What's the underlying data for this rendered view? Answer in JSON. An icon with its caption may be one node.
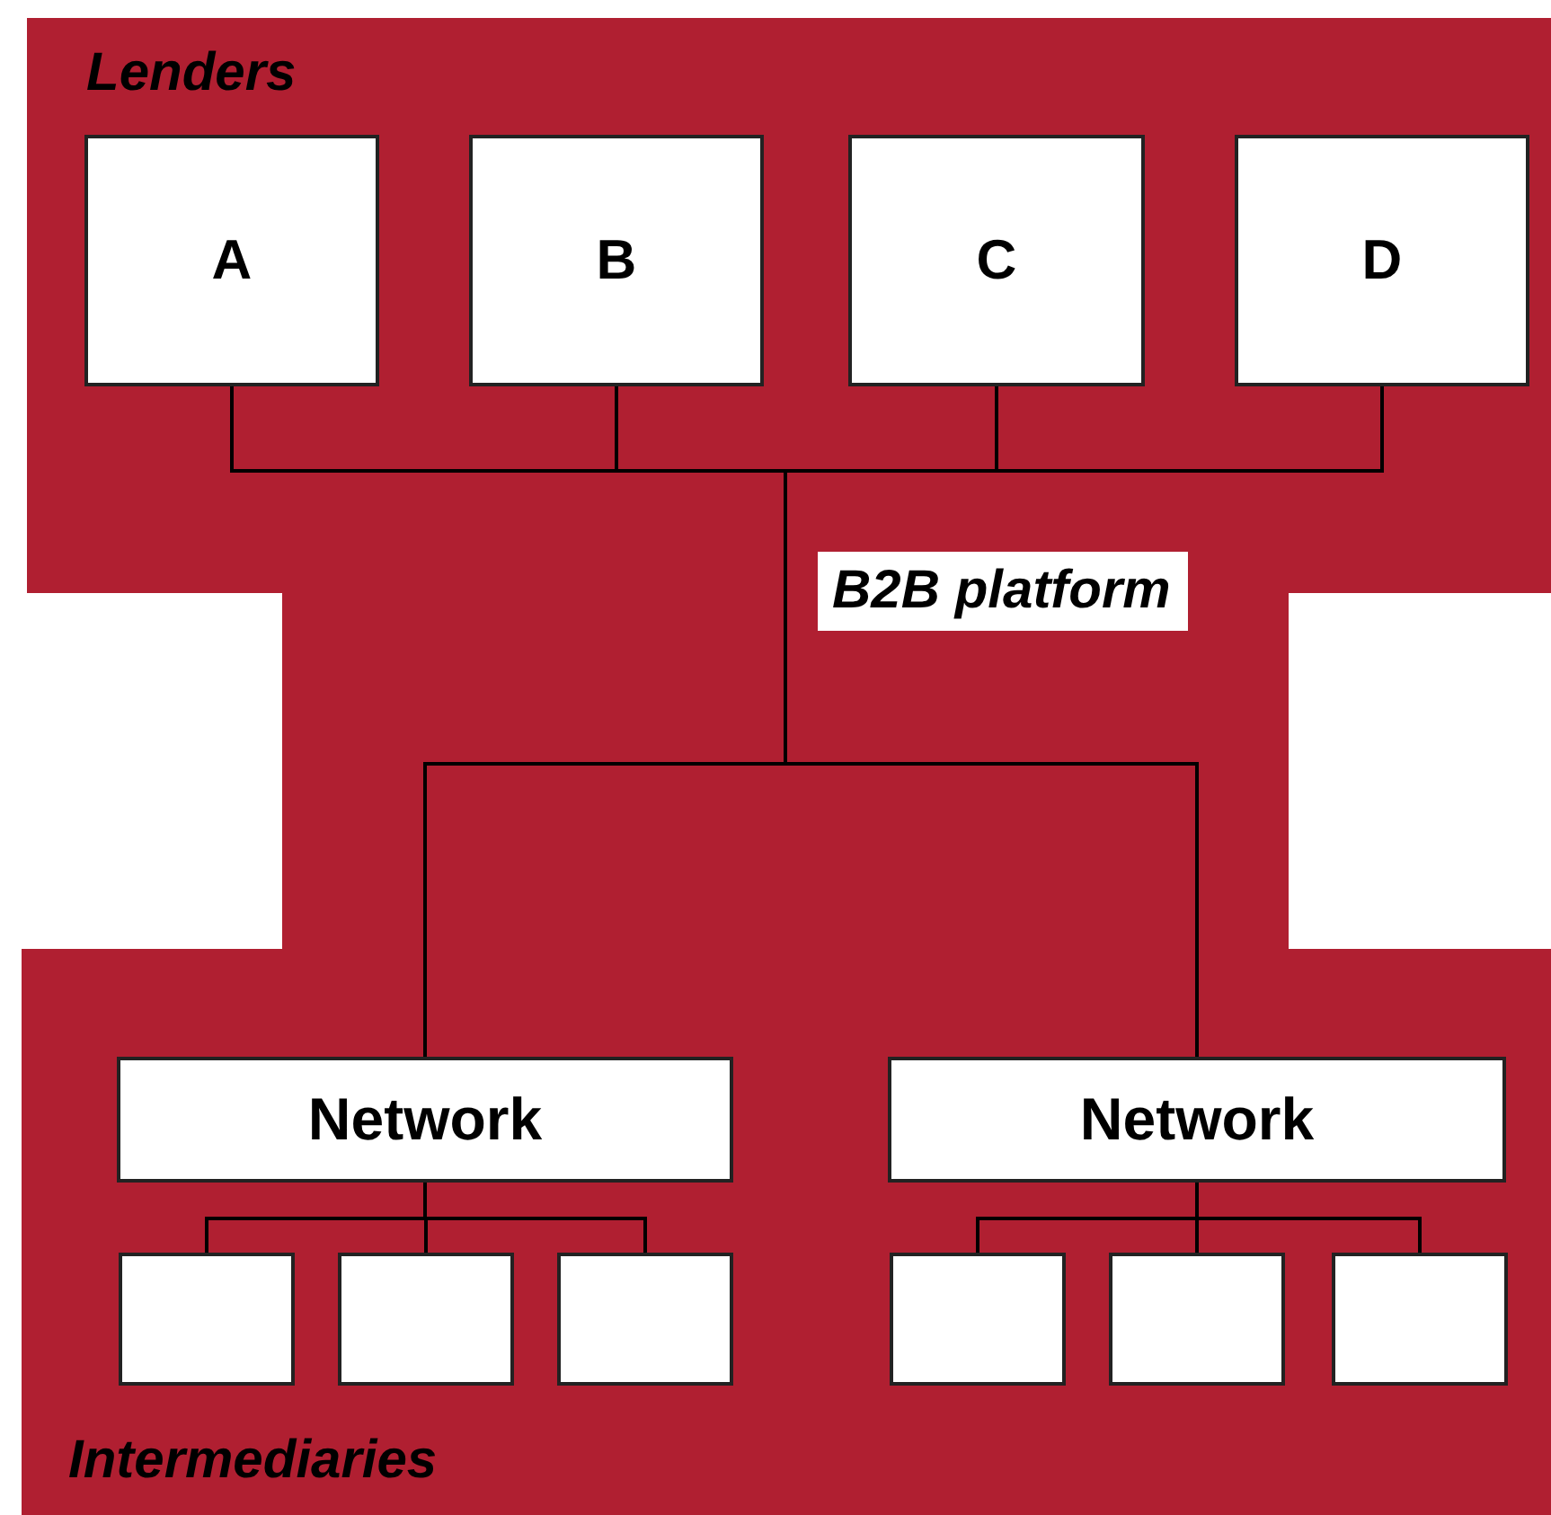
{
  "diagram": {
    "nodes": [
      {
        "text": [
          "A"
        ]
      },
      {
        "text": [
          "B"
        ]
      },
      {
        "text": [
          "C"
        ]
      },
      {
        "text": [
          "D"
        ]
      },
      {
        "text": [
          "Network"
        ]
      },
      {
        "text": [
          "Network"
        ]
      },
      {
        "text": [],
        "shape": "box"
      },
      {
        "text": [],
        "shape": "box"
      },
      {
        "text": [],
        "shape": "box"
      },
      {
        "text": [],
        "shape": "box"
      },
      {
        "text": [],
        "shape": "box"
      },
      {
        "text": [],
        "shape": "box"
      }
    ],
    "edges": [
      {
        "from": 0,
        "to": 4,
        "arrow": "none"
      },
      {
        "from": 1,
        "to": 4,
        "arrow": "none"
      },
      {
        "from": 2,
        "to": 4,
        "arrow": "none"
      },
      {
        "from": 3,
        "to": 4,
        "arrow": "none"
      },
      {
        "from": 0,
        "to": 5,
        "arrow": "none"
      },
      {
        "from": 1,
        "to": 5,
        "arrow": "none"
      },
      {
        "from": 2,
        "to": 5,
        "arrow": "none"
      },
      {
        "from": 3,
        "to": 5,
        "arrow": "none"
      },
      {
        "from": 4,
        "to": 6,
        "arrow": "none"
      },
      {
        "from": 4,
        "to": 7,
        "arrow": "none"
      },
      {
        "from": 4,
        "to": 8,
        "arrow": "none"
      },
      {
        "from": 5,
        "to": 9,
        "arrow": "none"
      },
      {
        "from": 5,
        "to": 10,
        "arrow": "none"
      },
      {
        "from": 5,
        "to": 11,
        "arrow": "none"
      }
    ],
    "labels": [
      "Lenders",
      "B2B platform",
      "Intermediaries"
    ]
  }
}
